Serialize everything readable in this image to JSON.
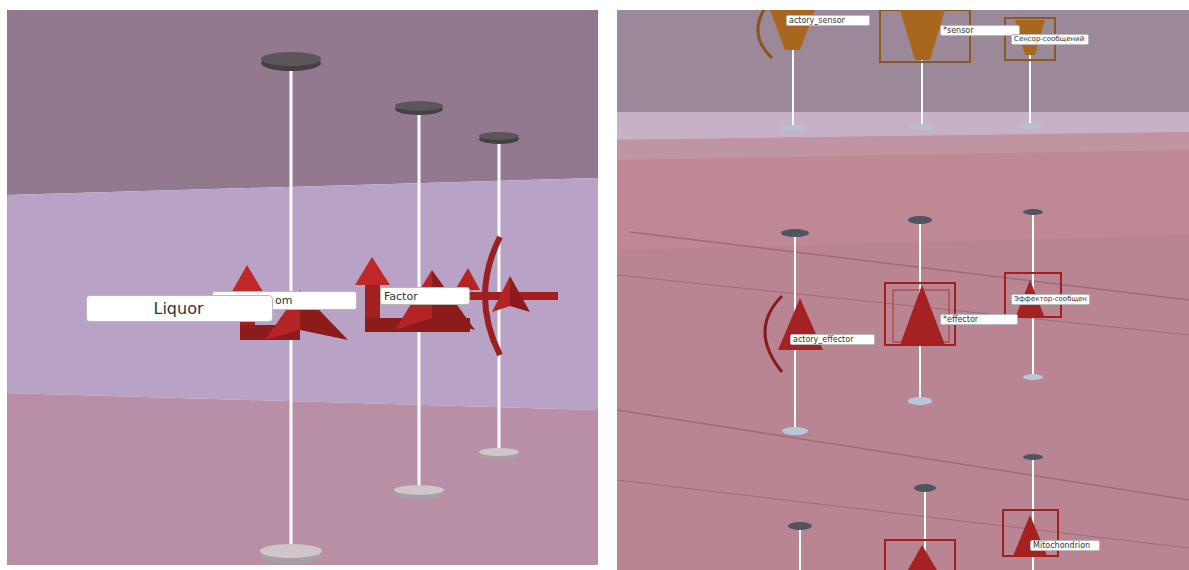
{
  "diagram": {
    "nodes": [
      {
        "text": [
          "Liquor"
        ]
      },
      {
        "text": [
          "om"
        ]
      },
      {
        "text": [
          "Factor"
        ]
      },
      {
        "text": [
          "actory_sensor"
        ]
      },
      {
        "text": [
          "*sensor"
        ]
      },
      {
        "text": [
          "Сенсор-сообщений"
        ]
      },
      {
        "text": [
          "actory_effector"
        ]
      },
      {
        "text": [
          "*effector"
        ]
      },
      {
        "text": [
          "Эффектор-сообщен"
        ]
      },
      {
        "text": [
          "Mitochondrion"
        ]
      }
    ]
  }
}
